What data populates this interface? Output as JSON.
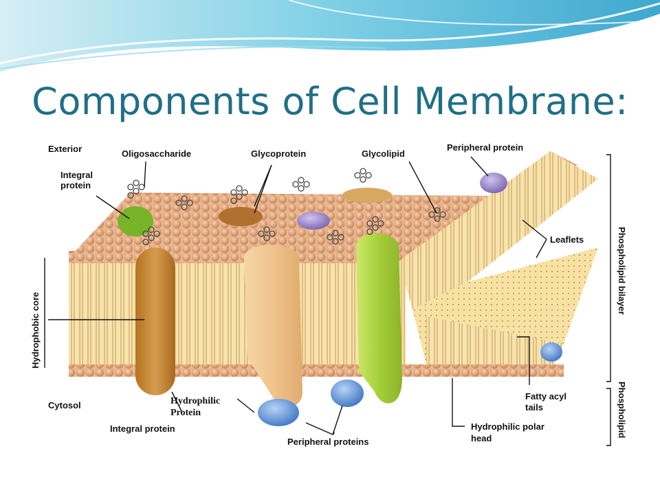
{
  "slide": {
    "title": "Components of Cell Membrane:"
  },
  "diagram": {
    "labels": {
      "exterior": "Exterior",
      "cytosol": "Cytosol",
      "oligosaccharide": "Oligosaccharide",
      "glycoprotein": "Glycoprotein",
      "glycolipid": "Glycolipid",
      "peripheral_protein": "Peripheral protein",
      "integral_protein_top_line1": "Integral",
      "integral_protein_top_line2": "protein",
      "leaflets": "Leaflets",
      "hydrophobic_core": "Hydrophobic core",
      "phospholipid_bilayer": "Phospholipid  bilayer",
      "phospholipid": "Phospholipid",
      "hydrophilic_protein_line1": "Hydrophilic",
      "hydrophilic_protein_line2": "Protein",
      "integral_protein_bottom": "Integral protein",
      "peripheral_proteins": "Peripheral proteins",
      "fatty_acyl_line1": "Fatty acyl",
      "fatty_acyl_line2": "tails",
      "hydrophilic_head_line1": "Hydrophilic polar",
      "hydrophilic_head_line2": "head"
    },
    "colors": {
      "lipid_head": "#e3a77a",
      "lipid_tail": "#f3dba0",
      "integral_protein_brown": "#c48838",
      "integral_protein_tan": "#f0c890",
      "integral_protein_green": "#b6d848",
      "peripheral_blue": "#6f9fd8",
      "peripheral_purple": "#9b86c8",
      "glycolipid_tan": "#d8a860",
      "title_color": "#1f6f86"
    }
  }
}
